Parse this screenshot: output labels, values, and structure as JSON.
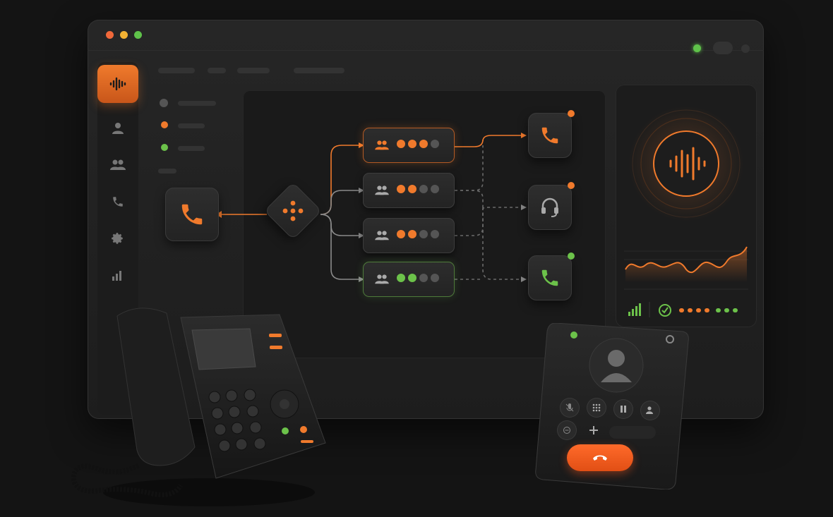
{
  "colors": {
    "accent": "#f07a2c",
    "success": "#6cc24a",
    "background": "#141414",
    "window": "#222222"
  },
  "window": {
    "traffic_lights": [
      "close",
      "minimize",
      "maximize"
    ],
    "connection_status": "online"
  },
  "sidebar": {
    "items": [
      {
        "name": "waveform-icon",
        "active": true
      },
      {
        "name": "user-icon",
        "active": false
      },
      {
        "name": "users-icon",
        "active": false
      },
      {
        "name": "phone-icon",
        "active": false
      },
      {
        "name": "gear-icon",
        "active": false
      },
      {
        "name": "bar-chart-icon",
        "active": false
      }
    ]
  },
  "flow": {
    "source": "incoming-call-node",
    "router": "ivr-router-node",
    "queues": [
      {
        "id": "queue-1",
        "state": "active-orange",
        "dots": [
          "orange",
          "orange",
          "orange",
          "gray"
        ]
      },
      {
        "id": "queue-2",
        "state": "idle",
        "dots": [
          "orange",
          "orange",
          "gray",
          "gray"
        ]
      },
      {
        "id": "queue-3",
        "state": "idle",
        "dots": [
          "orange",
          "orange",
          "gray",
          "gray"
        ]
      },
      {
        "id": "queue-4",
        "state": "active-green",
        "dots": [
          "green",
          "green",
          "gray",
          "gray"
        ]
      }
    ],
    "destinations": [
      {
        "id": "phone-destination",
        "icon": "phone-icon",
        "badge": "orange"
      },
      {
        "id": "agent-destination",
        "icon": "headset-icon",
        "badge": "orange"
      },
      {
        "id": "answered-destination",
        "icon": "phone-icon",
        "badge": "green"
      }
    ]
  },
  "monitor": {
    "icon": "waveform-icon",
    "status_icon": "check-circle-icon",
    "signal_icon": "signal-bars-icon"
  },
  "mobile": {
    "controls": [
      "mute-icon",
      "keypad-icon",
      "pause-icon",
      "transfer-icon",
      "record-icon",
      "add-icon"
    ],
    "end_call_icon": "hangup-icon"
  }
}
